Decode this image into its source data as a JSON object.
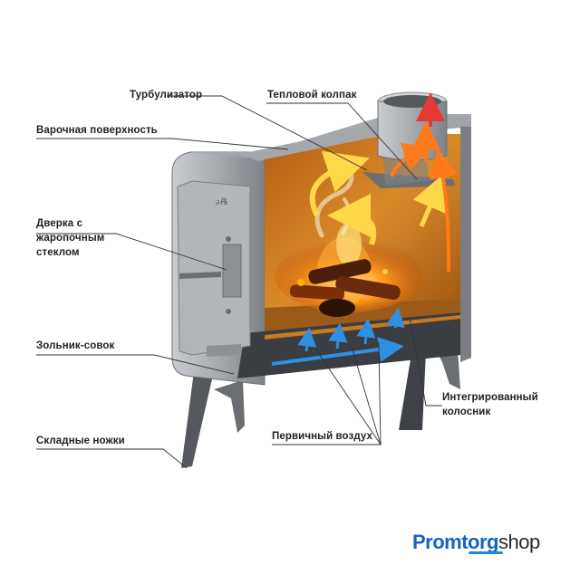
{
  "labels": {
    "turbulizer": "Турбулизатор",
    "heat_hood": "Тепловой колпак",
    "cooking_surface": "Варочная поверхность",
    "door_line1": "Дверка с",
    "door_line2": "жаропочным",
    "door_line3": "стеклом",
    "ash_pan": "Зольник-совок",
    "folding_legs": "Складные ножки",
    "primary_air": "Первичный воздух",
    "grate_line1": "Интегрированный",
    "grate_line2": "колосник"
  },
  "brand": {
    "part1": "Promtorg",
    "part2": "shop"
  },
  "colors": {
    "steel": "#9a9ea3",
    "steel_dark": "#5f6368",
    "firebox": "#c77a1f",
    "firebox_dark": "#8a4d0e",
    "flame_arrow": "#ffd84a",
    "air_arrow": "#2f8fe0",
    "hot_arrow": "#ff7a1a",
    "brand_blue": "#1565c0"
  }
}
